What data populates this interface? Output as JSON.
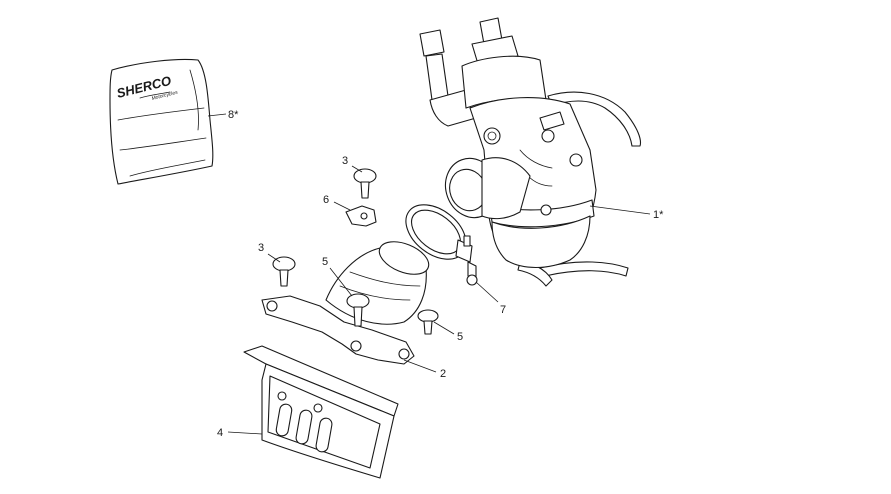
{
  "diagram": {
    "bag_logo": {
      "brand": "SHERCO",
      "tagline": "Motorcycles"
    },
    "callouts": {
      "p1": "1*",
      "p2": "2",
      "p3a": "3",
      "p3b": "3",
      "p4": "4",
      "p5a": "5",
      "p5b": "5",
      "p6": "6",
      "p7": "7",
      "p8": "8*"
    },
    "colors": {
      "line": "#1a1a1a",
      "background": "#ffffff"
    }
  }
}
